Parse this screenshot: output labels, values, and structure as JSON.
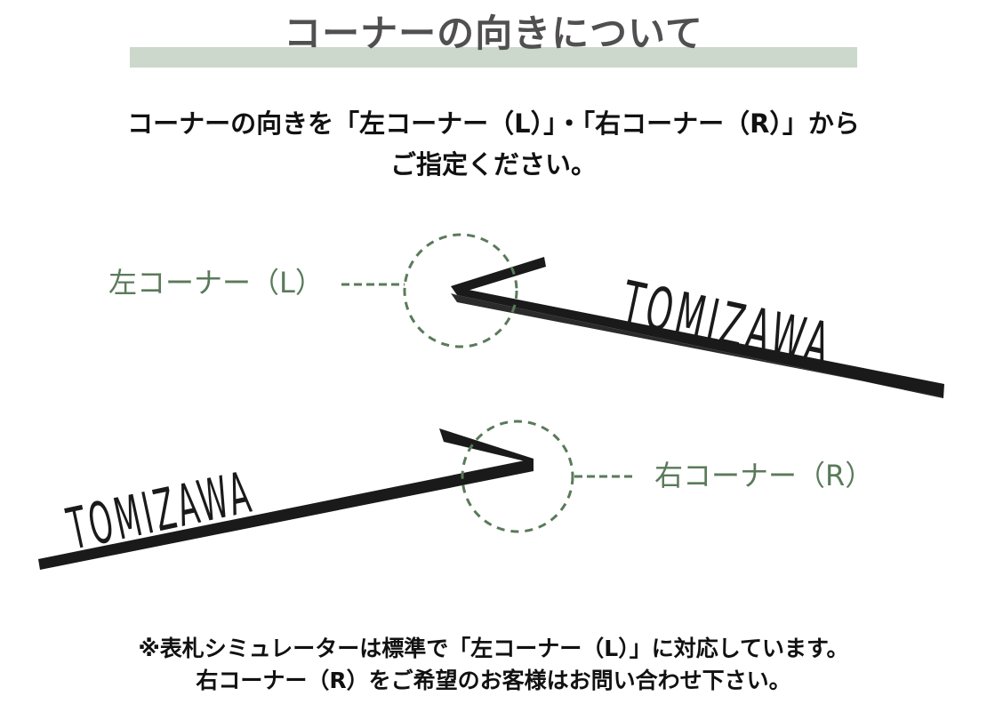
{
  "title": "コーナーの向きについて",
  "instruction": {
    "line1": "コーナーの向きを「左コーナー（L）」・「右コーナー（R）」から",
    "line2": "ご指定ください。"
  },
  "plates": {
    "left": {
      "label": "左コーナー（L）",
      "name_text": "TOMIZAWA"
    },
    "right": {
      "label": "右コーナー（R）",
      "name_text": "TOMIZAWA"
    }
  },
  "note": {
    "line1": "※表札シミュレーターは標準で「左コーナー（L）」に対応しています。",
    "line2": "右コーナー（R）をご希望のお客様はお問い合わせ下さい。"
  },
  "colors": {
    "accent_green": "#5a7a5a",
    "band_green": "#cbd8cb",
    "plate_black": "#1a1a1a"
  }
}
